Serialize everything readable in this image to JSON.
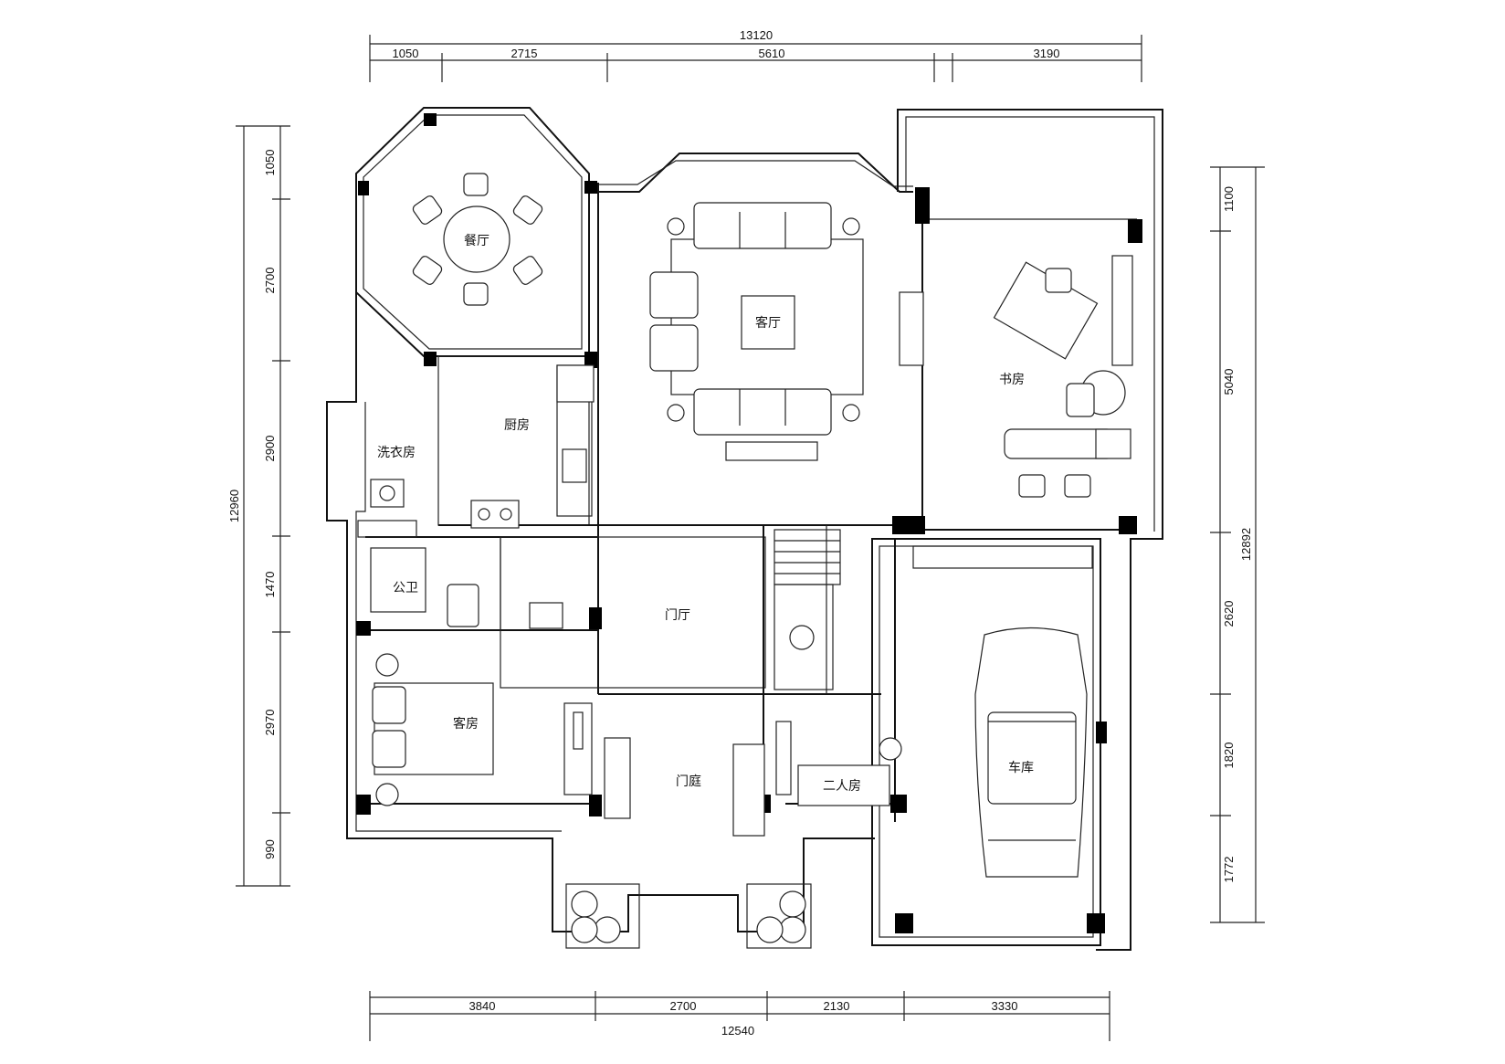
{
  "plan": {
    "dims_top_total": "13120",
    "dims_top": [
      "1050",
      "2715",
      "5610",
      "3190"
    ],
    "dims_bottom": [
      "3840",
      "2700",
      "2130",
      "3330"
    ],
    "dims_bottom_total": "12540",
    "dims_left": [
      "1050",
      "2700",
      "2900",
      "1470",
      "2970",
      "990"
    ],
    "dims_left_total": "12960",
    "dims_right": [
      "1100",
      "5040",
      "2620",
      "1820",
      "1772"
    ],
    "dims_right_total": "12892"
  },
  "rooms": {
    "dining": "餐厅",
    "living": "客厅",
    "study": "书房",
    "kitchen": "厨房",
    "laundry": "洗衣房",
    "bath": "公卫",
    "hall": "门厅",
    "guest": "客房",
    "porch": "门庭",
    "entry": "二人房",
    "garage": "车库"
  }
}
